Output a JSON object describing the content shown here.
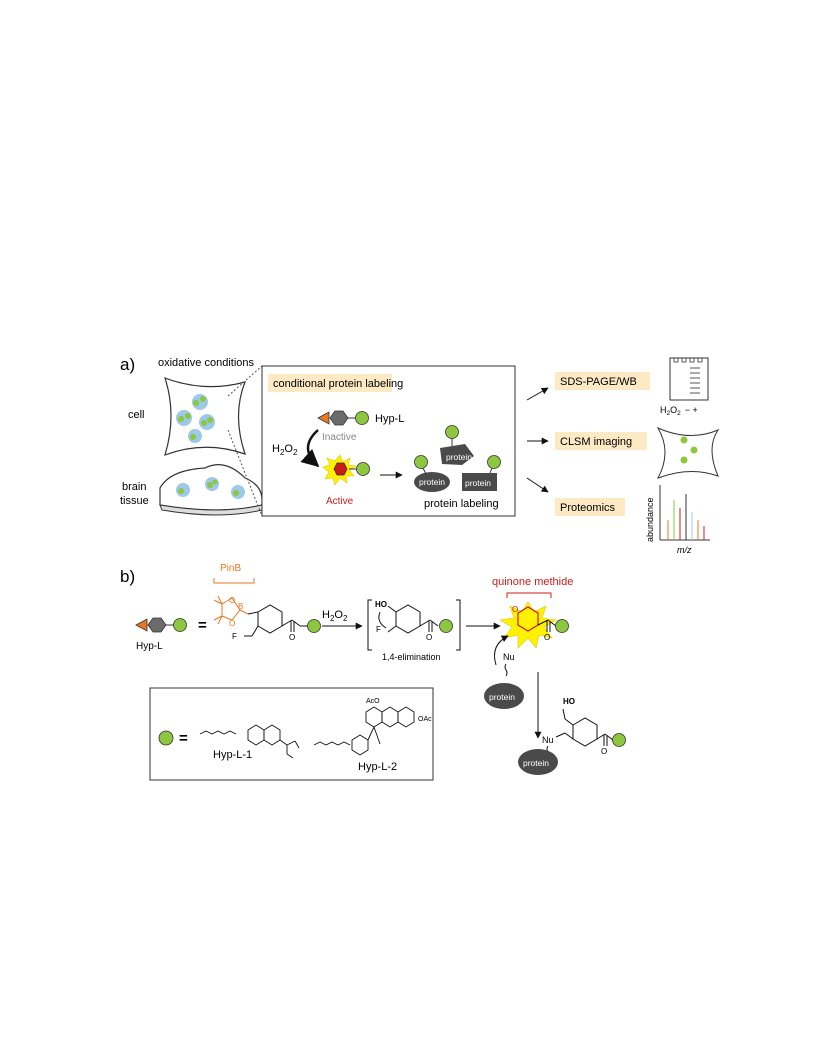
{
  "panel_a": {
    "label": "a)",
    "oxidative_conditions": "oxidative conditions",
    "cell": "cell",
    "brain_tissue_line1": "brain",
    "brain_tissue_line2": "tissue",
    "box_title": "conditional protein labeling",
    "hyp_l": "Hyp-L",
    "inactive": "Inactive",
    "active": "Active",
    "h2o2_main": "H",
    "h2o2_sub": "2",
    "h2o2_mid": "O",
    "protein": "protein",
    "protein_labeling": "protein labeling",
    "outputs": {
      "sds": "SDS-PAGE/WB",
      "clsm": "CLSM imaging",
      "proteomics": "Proteomics",
      "h2o2_minus_plus": "−  +",
      "abundance": "abundance",
      "mz": "m/z"
    }
  },
  "panel_b": {
    "label": "b)",
    "pinb": "PinB",
    "hyp_l": "Hyp-L",
    "equals": "=",
    "f_atom": "F",
    "o_atom": "O",
    "b_atom": "B",
    "ho": "HO",
    "elimination": "1,4-elimination",
    "quinone_methide": "quinone methide",
    "nu": "Nu",
    "protein": "protein",
    "probe_1": "Hyp-L-1",
    "probe_2": "Hyp-L-2",
    "aco": "AcO",
    "oac": "OAc"
  },
  "colors": {
    "green": "#8dc63f",
    "orange": "#e87722",
    "grey_hex": "#6b6b6b",
    "red_hex": "#cc1b1b",
    "yellow_star": "#fff200",
    "box_highlight": "#fde9c4",
    "cell_blob": "#9ec9e8",
    "active_text": "#cc1b1b",
    "inactive_text": "#888888",
    "quinone_text": "#cc1b1b",
    "dark_protein": "#4a4a4a"
  }
}
